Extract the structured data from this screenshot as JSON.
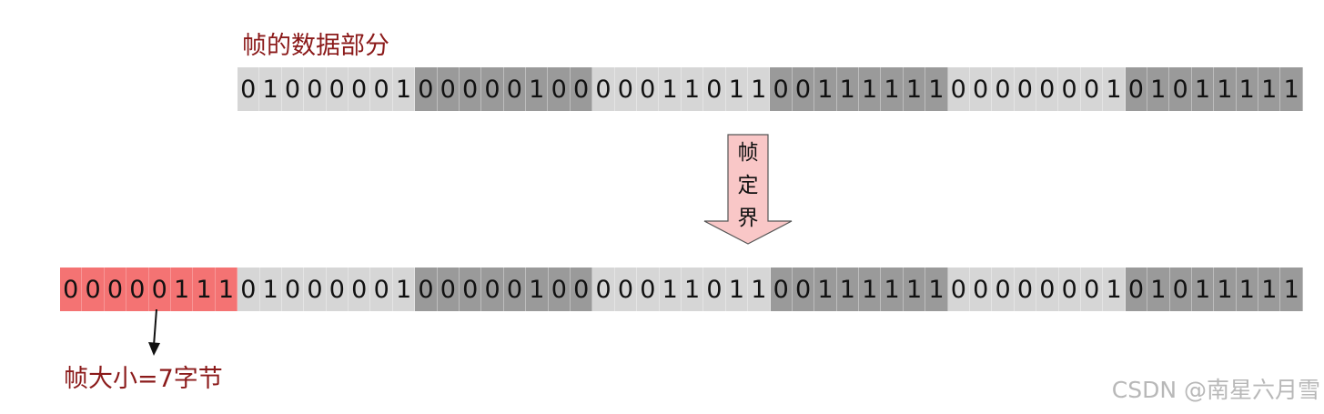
{
  "frame_data_label": "帧的数据部分",
  "arrow_label": [
    "帧",
    "定",
    "界"
  ],
  "frame_size_label": "帧大小=7字节",
  "watermark": "CSDN @南星六月雪",
  "colors": {
    "label_red": "#8b1a1a",
    "header_byte": "#f47373",
    "light_byte": "#d6d6d6",
    "dark_byte": "#9a9a9a",
    "arrow_fill": "#f9c7c7"
  },
  "top_row": {
    "bytes": [
      {
        "bits": "01000001",
        "shade": "light"
      },
      {
        "bits": "00000100",
        "shade": "dark"
      },
      {
        "bits": "00011011",
        "shade": "light"
      },
      {
        "bits": "00111111",
        "shade": "dark"
      },
      {
        "bits": "00000001",
        "shade": "light"
      },
      {
        "bits": "01011111",
        "shade": "dark"
      }
    ]
  },
  "bottom_row": {
    "bytes": [
      {
        "bits": "00000111",
        "shade": "red"
      },
      {
        "bits": "01000001",
        "shade": "light"
      },
      {
        "bits": "00000100",
        "shade": "dark"
      },
      {
        "bits": "00011011",
        "shade": "light"
      },
      {
        "bits": "00111111",
        "shade": "dark"
      },
      {
        "bits": "00000001",
        "shade": "light"
      },
      {
        "bits": "01011111",
        "shade": "dark"
      }
    ]
  }
}
